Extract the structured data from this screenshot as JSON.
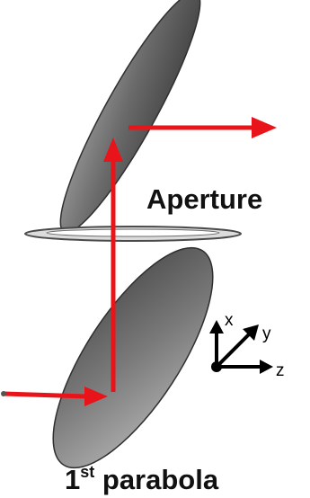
{
  "labels": {
    "aperture": "Aperture",
    "parabola_prefix": "1",
    "parabola_sup": "st",
    "parabola_suffix": " parabola"
  },
  "axes": {
    "x": "x",
    "y": "y",
    "z": "z"
  },
  "colors": {
    "beam": "#e8141a",
    "mirror_fill_dark": "#5e5e5e",
    "mirror_fill_light": "#a8a8a8",
    "mirror_edge": "#2f2f2f",
    "aperture_ring": "#4a4a4a",
    "text": "#111111"
  }
}
